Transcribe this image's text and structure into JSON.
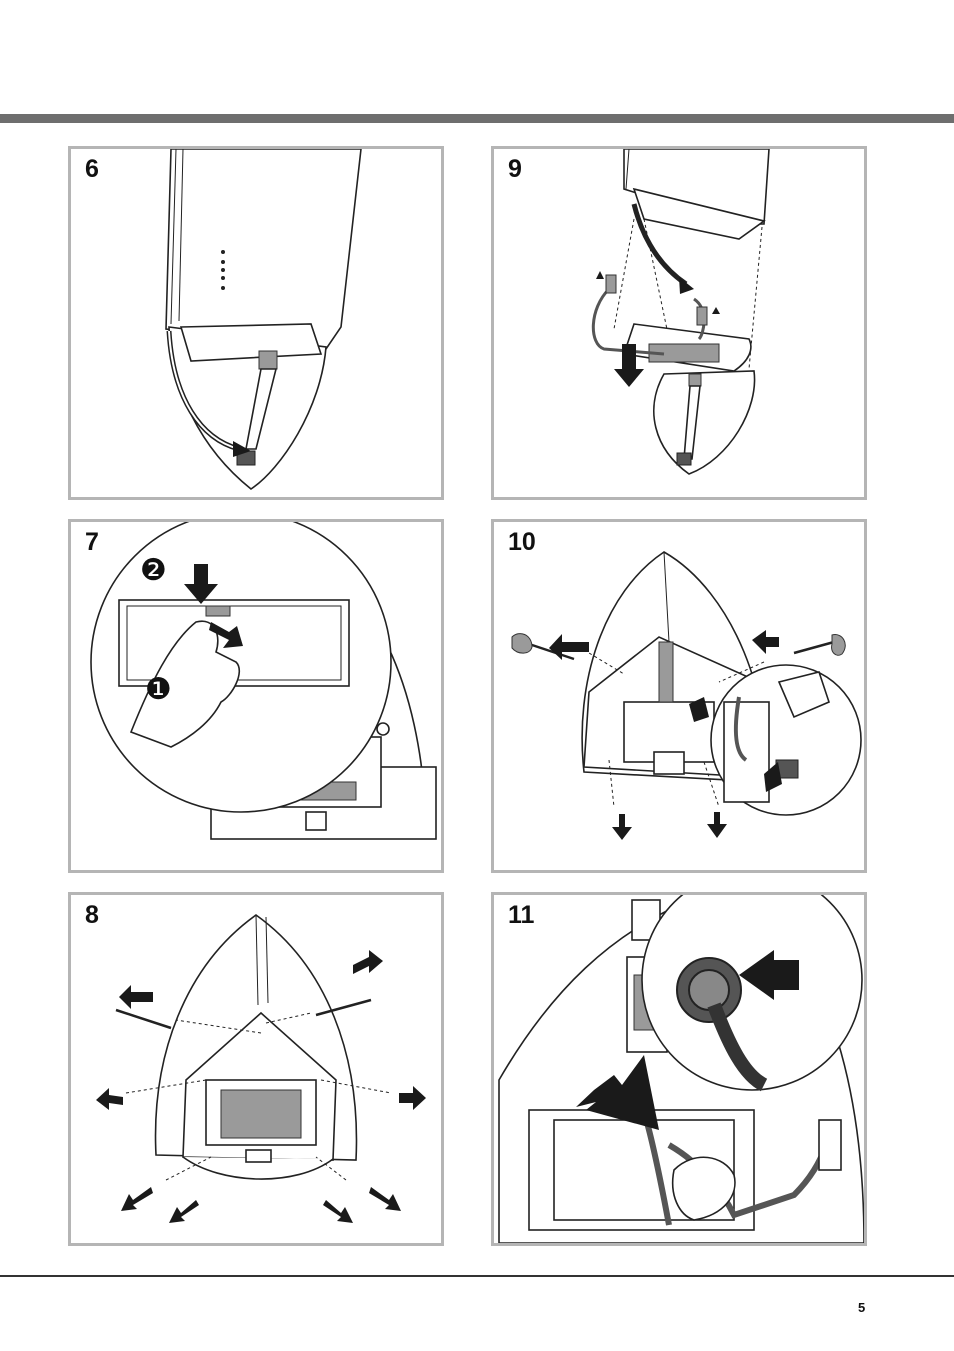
{
  "page": {
    "number": "5"
  },
  "steps": [
    {
      "number": "6"
    },
    {
      "number": "9"
    },
    {
      "number": "7"
    },
    {
      "number": "10"
    },
    {
      "number": "8"
    },
    {
      "number": "11"
    }
  ],
  "step7": {
    "marker_1": "❶",
    "marker_2": "❷"
  },
  "colors": {
    "top_bar": "#6e6e6e",
    "panel_border": "#b5b5b5",
    "ink": "#222222"
  }
}
